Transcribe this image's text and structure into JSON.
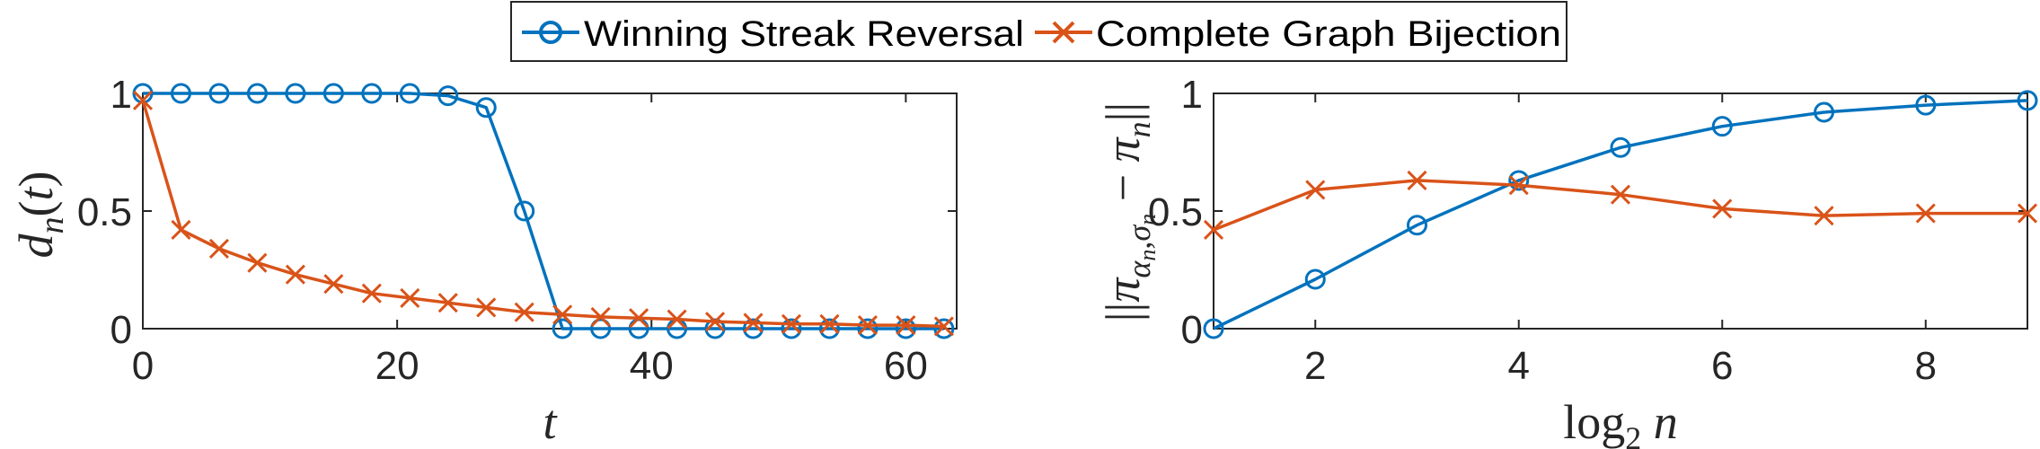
{
  "legend": {
    "items": [
      {
        "label": "Winning Streak Reversal",
        "color": "#0072BD",
        "marker": "circle-icon"
      },
      {
        "label": "Complete Graph Bijection",
        "color": "#D95319",
        "marker": "x-mark-icon"
      }
    ]
  },
  "chart_data": [
    {
      "type": "line",
      "xlabel": "t",
      "ylabel": "d_n(t)",
      "xlim": [
        0,
        64
      ],
      "ylim": [
        0,
        1
      ],
      "xticks": [
        0,
        20,
        40,
        60
      ],
      "yticks": [
        0,
        0.5,
        1
      ],
      "xtick_labels": [
        "0",
        "20",
        "40",
        "60"
      ],
      "ytick_labels": [
        "0",
        "0.5",
        "1"
      ],
      "grid": false,
      "series": [
        {
          "name": "Winning Streak Reversal",
          "color": "#0072BD",
          "marker": "circle",
          "x": [
            0,
            3,
            6,
            9,
            12,
            15,
            18,
            21,
            24,
            27,
            30,
            33,
            36,
            39,
            42,
            45,
            48,
            51,
            54,
            57,
            60,
            63
          ],
          "y": [
            1.0,
            1.0,
            1.0,
            1.0,
            1.0,
            1.0,
            1.0,
            1.0,
            0.99,
            0.94,
            0.5,
            0.0,
            0.0,
            0.0,
            0.0,
            0.0,
            0.0,
            0.0,
            0.0,
            0.0,
            0.0,
            0.0
          ]
        },
        {
          "name": "Complete Graph Bijection",
          "color": "#D95319",
          "marker": "x",
          "x": [
            0,
            3,
            6,
            9,
            12,
            15,
            18,
            21,
            24,
            27,
            30,
            33,
            36,
            39,
            42,
            45,
            48,
            51,
            54,
            57,
            60,
            63
          ],
          "y": [
            0.97,
            0.42,
            0.34,
            0.28,
            0.23,
            0.19,
            0.15,
            0.13,
            0.11,
            0.09,
            0.07,
            0.06,
            0.05,
            0.045,
            0.04,
            0.03,
            0.025,
            0.02,
            0.02,
            0.015,
            0.015,
            0.01
          ]
        }
      ]
    },
    {
      "type": "line",
      "xlabel": "log_2 n",
      "ylabel": "||π_{α_n,σ_n} − π_n||",
      "xlim": [
        1,
        9
      ],
      "ylim": [
        0,
        1
      ],
      "xticks": [
        2,
        4,
        6,
        8
      ],
      "yticks": [
        0,
        0.5,
        1
      ],
      "xtick_labels": [
        "2",
        "4",
        "6",
        "8"
      ],
      "ytick_labels": [
        "0",
        "0.5",
        "1"
      ],
      "grid": false,
      "series": [
        {
          "name": "Winning Streak Reversal",
          "color": "#0072BD",
          "marker": "circle",
          "x": [
            1,
            2,
            3,
            4,
            5,
            6,
            7,
            8,
            9
          ],
          "y": [
            0.0,
            0.21,
            0.44,
            0.63,
            0.77,
            0.86,
            0.92,
            0.95,
            0.97
          ]
        },
        {
          "name": "Complete Graph Bijection",
          "color": "#D95319",
          "marker": "x",
          "x": [
            1,
            2,
            3,
            4,
            5,
            6,
            7,
            8,
            9
          ],
          "y": [
            0.42,
            0.59,
            0.63,
            0.61,
            0.57,
            0.51,
            0.48,
            0.49,
            0.49
          ]
        }
      ]
    }
  ]
}
